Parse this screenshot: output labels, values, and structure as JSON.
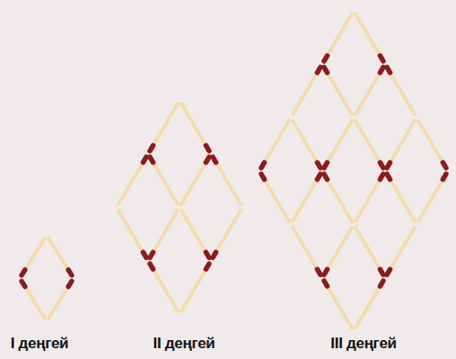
{
  "diagram": {
    "labels": [
      "I деңгей",
      "II деңгей",
      "III деңгей"
    ]
  }
}
